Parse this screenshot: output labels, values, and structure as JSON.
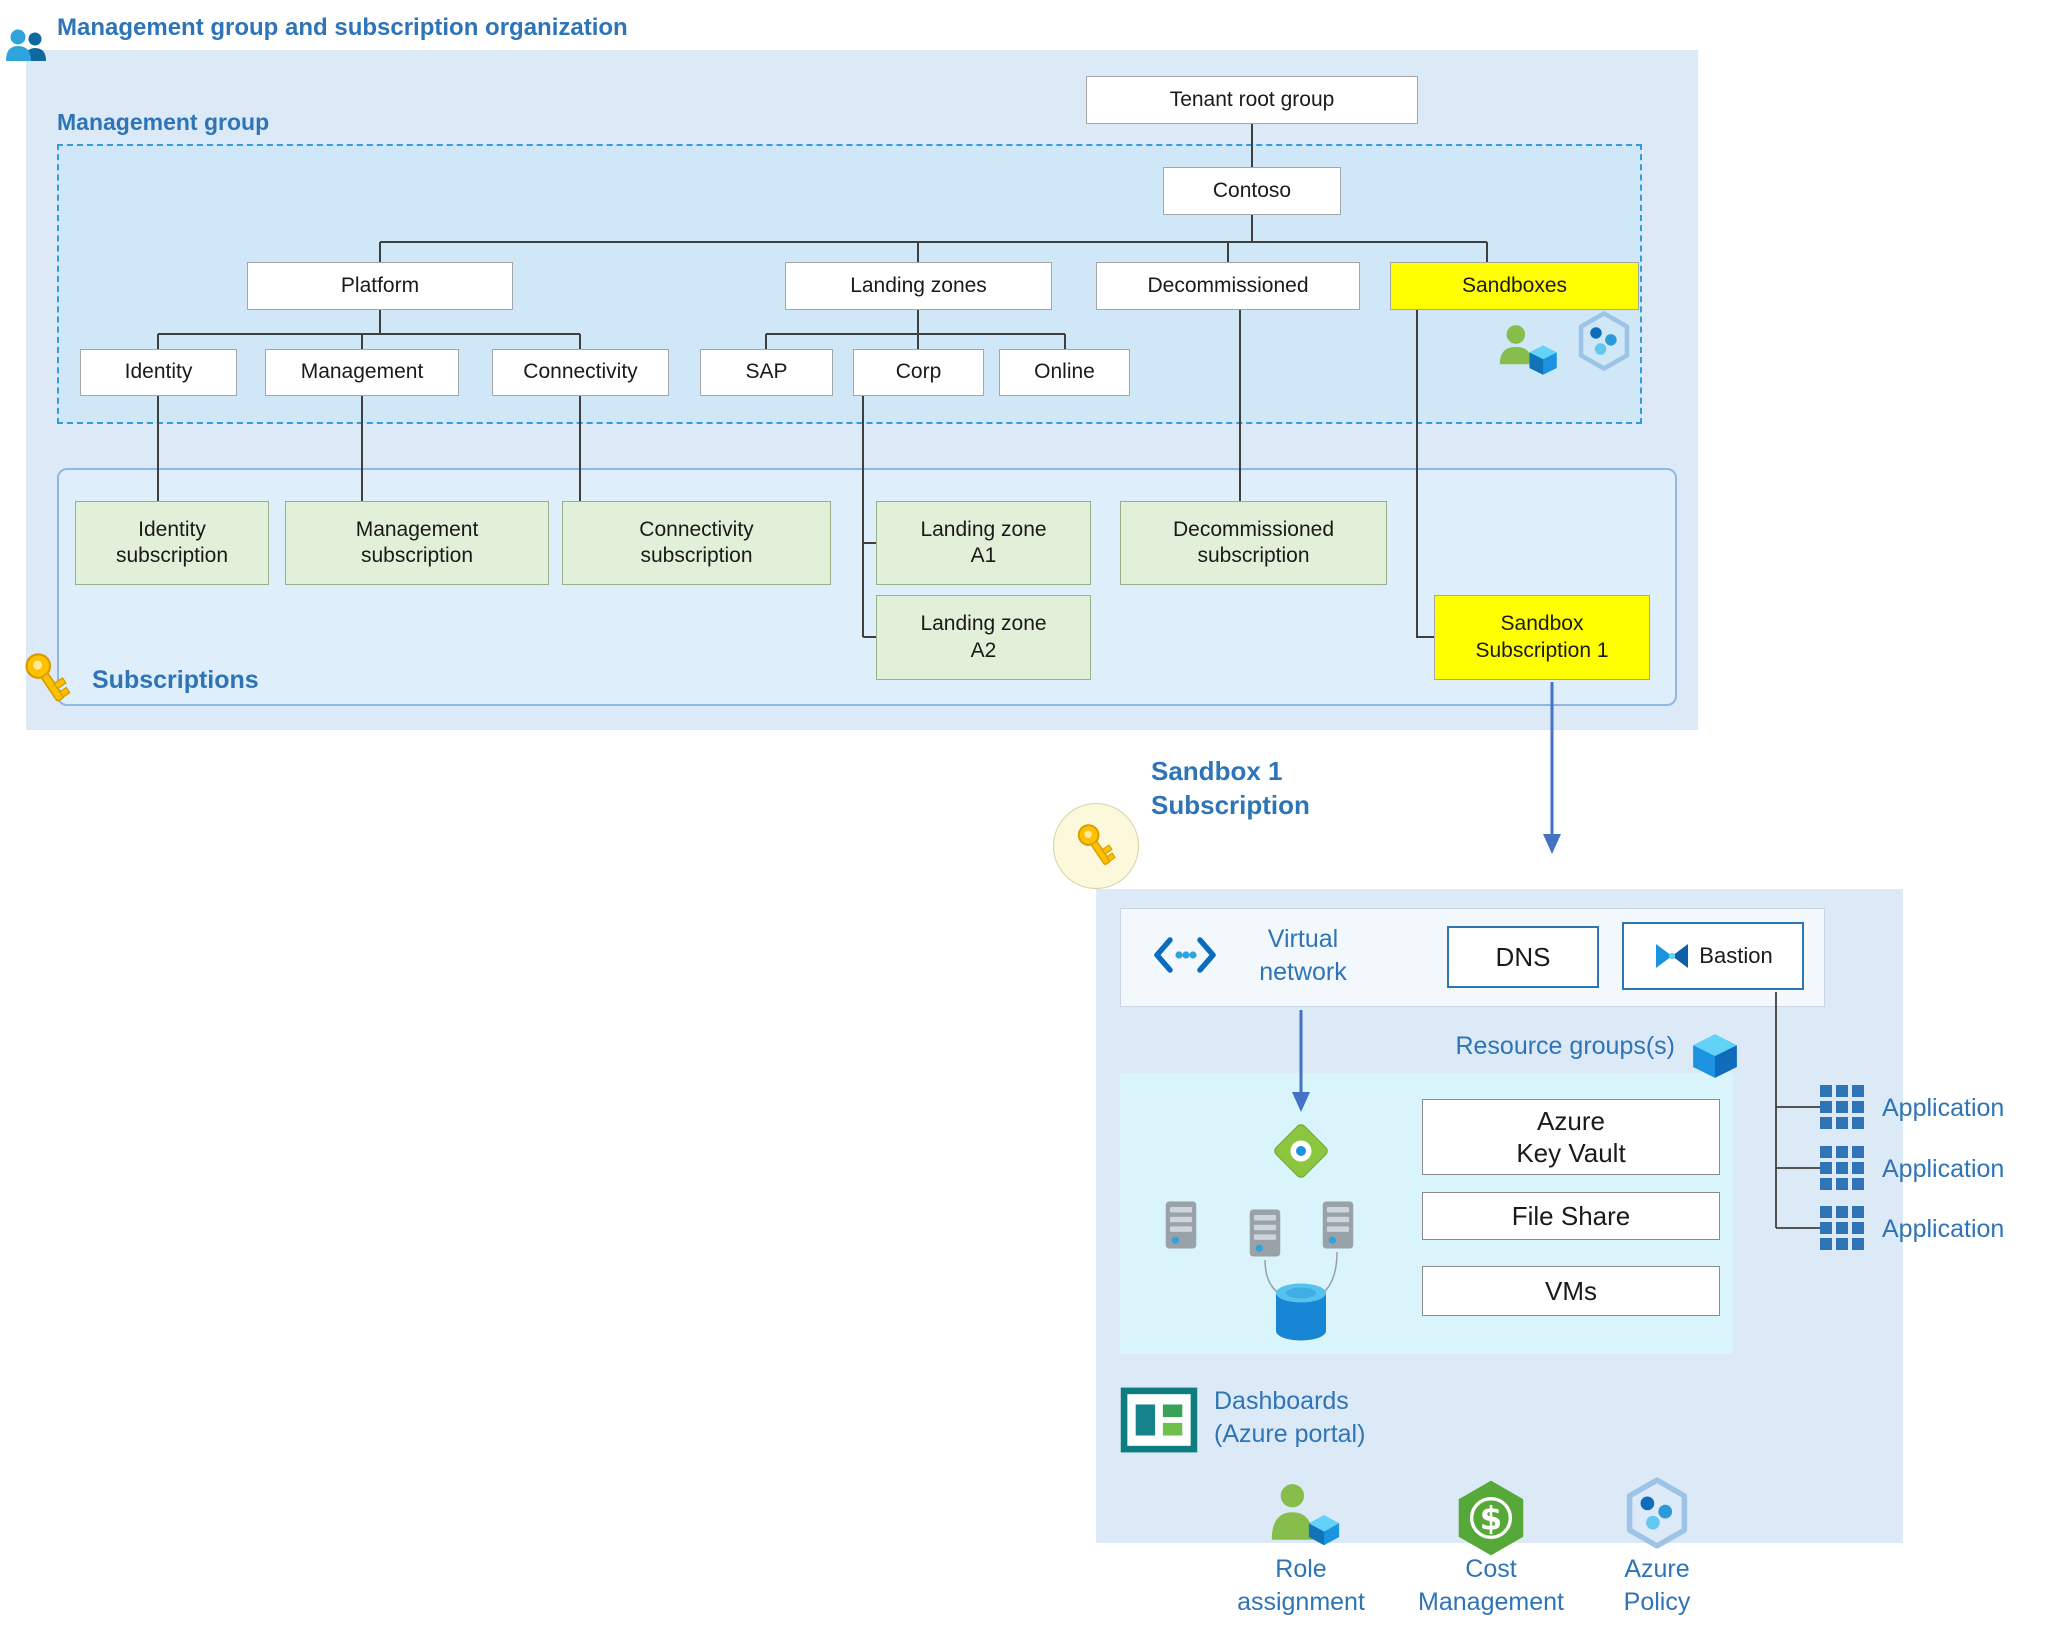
{
  "colors": {
    "accent_blue": "#2E74B6",
    "panel_blue": "#DCEAF7",
    "mg_panel_blue": "#CFE7F7",
    "subs_panel_blue": "#DFEEFB",
    "cyan_panel": "#D9F4FA",
    "highlight_yellow": "#FFFF00",
    "subscription_green": "#E2EFD9"
  },
  "header": {
    "title": "Management group and subscription organization"
  },
  "mg": {
    "section_label": "Management group",
    "tenant_root_group": "Tenant root group",
    "contoso": "Contoso",
    "platform": "Platform",
    "landing_zones": "Landing zones",
    "decommissioned": "Decommissioned",
    "sandboxes": "Sandboxes",
    "identity": "Identity",
    "management": "Management",
    "connectivity": "Connectivity",
    "sap": "SAP",
    "corp": "Corp",
    "online": "Online"
  },
  "subs": {
    "section_label": "Subscriptions",
    "identity_sub": "Identity subscription",
    "management_sub": "Management subscription",
    "connectivity_sub": "Connectivity subscription",
    "landing_zone_a1": "Landing zone A1",
    "landing_zone_a2": "Landing zone A2",
    "decommissioned_sub": "Decommissioned subscription",
    "sandbox_sub_1": "Sandbox Subscription 1"
  },
  "sandbox": {
    "title": "Sandbox 1 Subscription",
    "virtual_network": "Virtual network",
    "dns": "DNS",
    "bastion": "Bastion",
    "resource_groups": "Resource groups(s)",
    "key_vault_1": "Azure",
    "key_vault_2": "Key Vault",
    "file_share": "File Share",
    "vms": "VMs",
    "application": "Application",
    "dashboards": "Dashboards (Azure portal)",
    "role_assignment": "Role assignment",
    "cost_management": "Cost Management",
    "azure_policy": "Azure Policy",
    "cost_symbol": "$"
  }
}
